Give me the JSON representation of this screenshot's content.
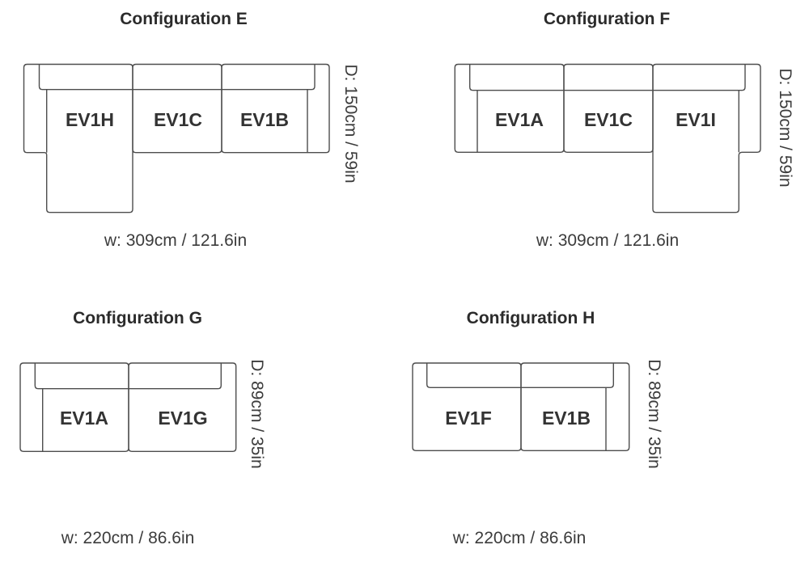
{
  "page": {
    "background_color": "#ffffff",
    "line_color": "#4d4d4d",
    "text_color": "#333333",
    "title_color": "#2b2b2b"
  },
  "configurations": [
    {
      "id": "E",
      "title": "Configuration E",
      "layout": "3-module sectional, chaise on left",
      "modules": [
        "EV1H",
        "EV1C",
        "EV1B"
      ],
      "depth_label": "D: 150cm / 59in",
      "width_label": "w: 309cm / 121.6in",
      "depth_cm": 150,
      "depth_in": 59,
      "width_cm": 309,
      "width_in": 121.6
    },
    {
      "id": "F",
      "title": "Configuration F",
      "layout": "3-module sectional, chaise on right",
      "modules": [
        "EV1A",
        "EV1C",
        "EV1I"
      ],
      "depth_label": "D: 150cm / 59in",
      "width_label": "w: 309cm / 121.6in",
      "depth_cm": 150,
      "depth_in": 59,
      "width_cm": 309,
      "width_in": 121.6
    },
    {
      "id": "G",
      "title": "Configuration G",
      "layout": "2-module sofa, arm on left",
      "modules": [
        "EV1A",
        "EV1G"
      ],
      "depth_label": "D: 89cm / 35in",
      "width_label": "w: 220cm / 86.6in",
      "depth_cm": 89,
      "depth_in": 35,
      "width_cm": 220,
      "width_in": 86.6
    },
    {
      "id": "H",
      "title": "Configuration H",
      "layout": "2-module sofa, arm on right",
      "modules": [
        "EV1F",
        "EV1B"
      ],
      "depth_label": "D: 89cm / 35in",
      "width_label": "w: 220cm / 86.6in",
      "depth_cm": 89,
      "depth_in": 35,
      "width_cm": 220,
      "width_in": 86.6
    }
  ]
}
